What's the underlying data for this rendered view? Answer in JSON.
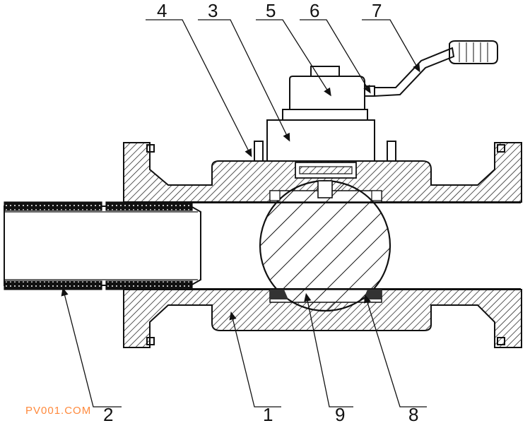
{
  "labels": {
    "l1": "1",
    "l2": "2",
    "l3": "3",
    "l4": "4",
    "l5": "5",
    "l6": "6",
    "l7": "7",
    "l8": "8",
    "l9": "9"
  },
  "watermark": "PV001.COM"
}
